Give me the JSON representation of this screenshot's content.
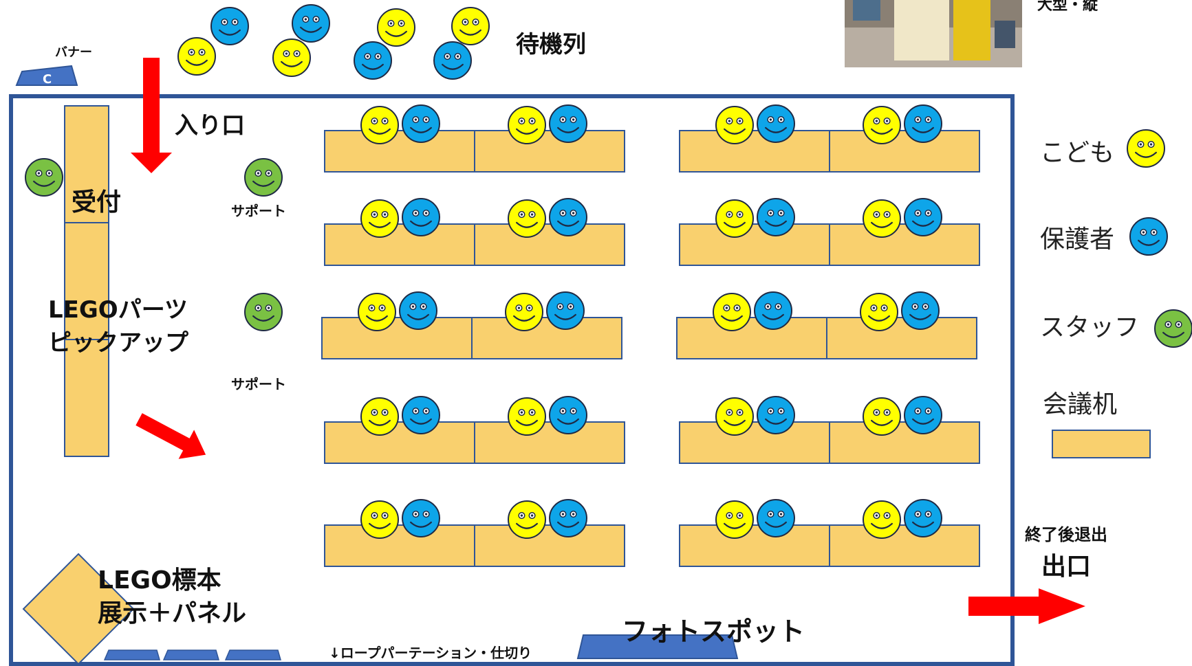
{
  "labels": {
    "banner": "バナー",
    "banner_letter": "C",
    "waiting_line": "待機列",
    "entrance": "入り口",
    "reception": "受付",
    "support": "サポート",
    "lego_parts_1": "LEGOパーツ",
    "lego_parts_2": "ピックアップ",
    "lego_sample_1": "LEGO標本",
    "lego_sample_2": "展示＋パネル",
    "rope_partition": "↓ロープパーテーション・仕切り",
    "photo_spot": "フォトスポット",
    "exit_note": "終了後退出",
    "exit": "出口",
    "photo_caption": "大型・縦"
  },
  "legend": {
    "child": "こども",
    "guardian": "保護者",
    "staff": "スタッフ",
    "table": "会議机"
  },
  "colors": {
    "child": "#ffff00",
    "guardian": "#0ea5e9",
    "staff": "#7ac143",
    "table": "#f9d06e",
    "room_border": "#2f5597",
    "stand": "#4472c4",
    "arrow": "#ff0000"
  },
  "icons": {
    "person": "smiley-face-icon",
    "entrance_arrow": "arrow-down-icon",
    "guide_arrow": "arrow-diagonal-icon",
    "exit_arrow": "arrow-right-icon"
  }
}
